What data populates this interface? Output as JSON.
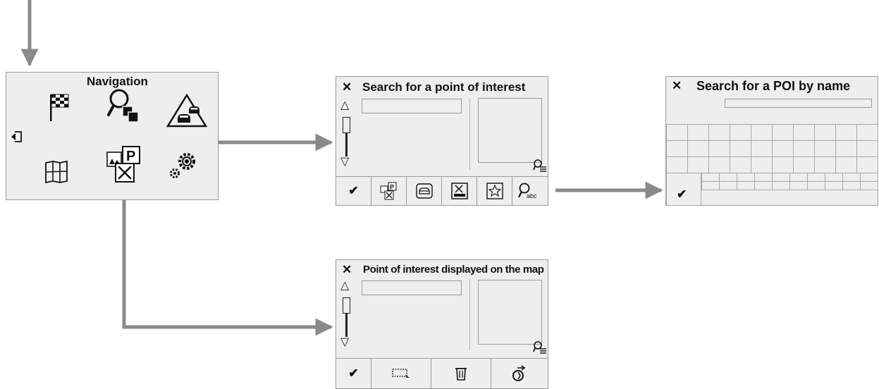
{
  "nav_menu": {
    "title": "Navigation",
    "icons": [
      "checkered-flag-icon",
      "search-destination-icon",
      "traffic-warning-icon",
      "exit-icon",
      "map-icon",
      "poi-category-icon",
      "settings-icon"
    ]
  },
  "poi_search": {
    "close_glyph": "✕",
    "title": "Search for a point of interest",
    "toolbar": [
      "confirm",
      "poi-category",
      "vehicle-services",
      "hotel",
      "favorite",
      "search-by-name"
    ],
    "check_glyph": "✔"
  },
  "poi_by_name": {
    "close_glyph": "✕",
    "title": "Search for a POI by name",
    "check_glyph": "✔"
  },
  "poi_map": {
    "close_glyph": "✕",
    "title": "Point of interest displayed on the map",
    "toolbar": [
      "confirm",
      "select-area",
      "delete",
      "show-on-map"
    ],
    "check_glyph": "✔"
  },
  "colors": {
    "arrow": "#8a8a8a",
    "panel_bg": "#eeeeee",
    "panel_border": "#9a9a9a",
    "icon": "#111111"
  },
  "search_abc_label": "abc"
}
